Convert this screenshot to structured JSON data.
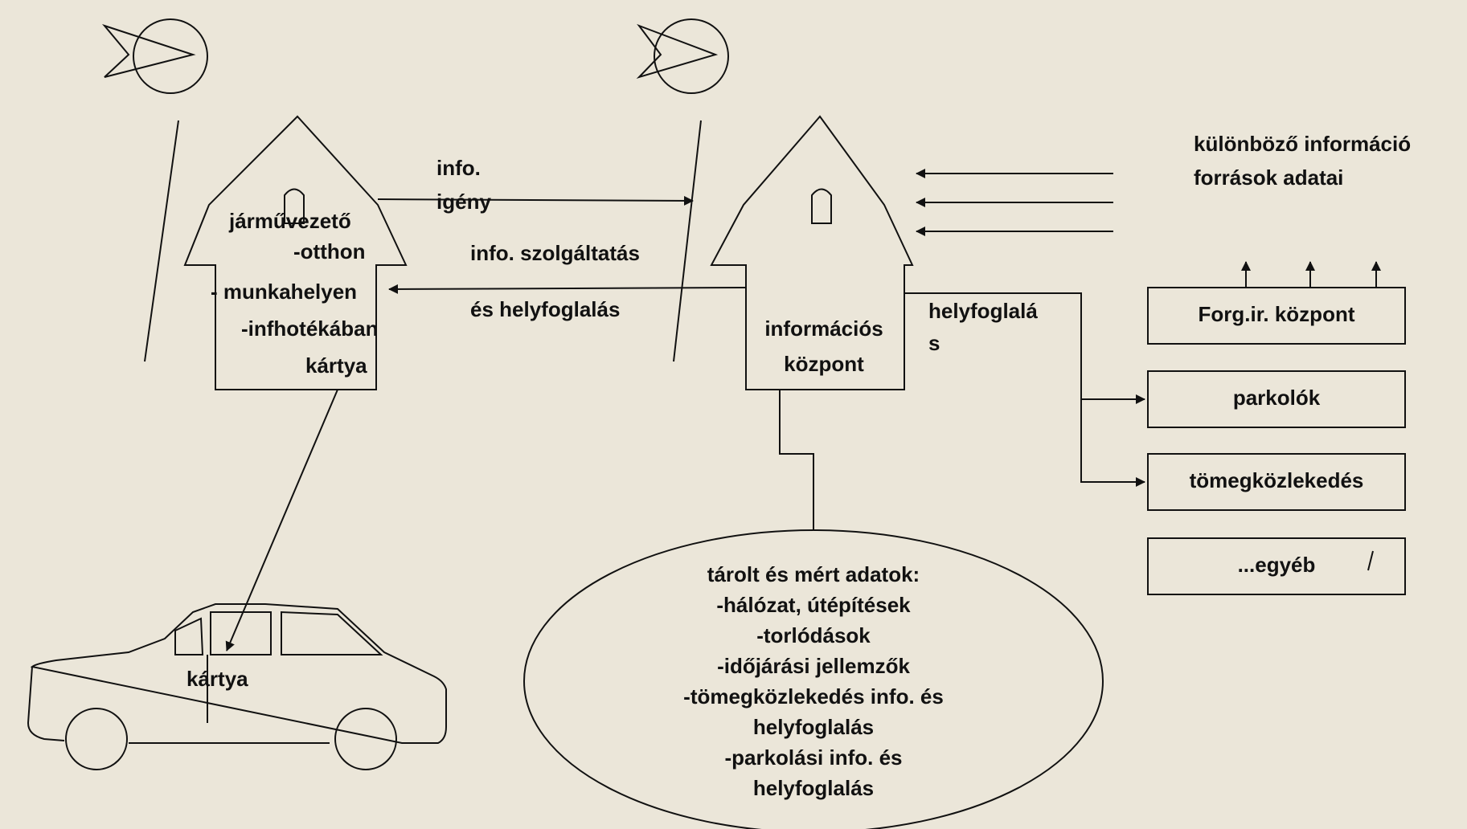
{
  "left_node": {
    "lines": [
      "járművezető",
      "-otthon",
      "- munkahelyen",
      "-infhotékában",
      "kártya"
    ]
  },
  "arrow_labels": {
    "info_line1": "info.",
    "info_line2": "igény",
    "service_line1": "info. szolgáltatás",
    "service_line2": "és helyfoglalás",
    "booking_line1": "helyfoglalá",
    "booking_line2": "s"
  },
  "center_node": {
    "line1": "információs",
    "line2": "központ"
  },
  "sources_label": {
    "line1": "különböző információ",
    "line2": "források adatai"
  },
  "boxes": [
    "Forg.ir. központ",
    "parkolók",
    "tömegközlekedés",
    "...egyéb"
  ],
  "car": {
    "card_label": "kártya"
  },
  "database": {
    "lines": [
      "tárolt és mért adatok:",
      "-hálózat, útépítések",
      "-torlódások",
      "-időjárási jellemzők",
      "-tömegközlekedés info. és",
      "helyfoglalás",
      "-parkolási info. és",
      "helyfoglalás"
    ]
  }
}
